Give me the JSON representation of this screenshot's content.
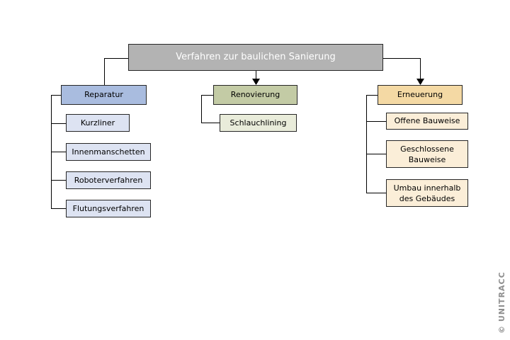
{
  "diagram": {
    "title": "Verfahren zur baulichen Sanierung",
    "watermark": "© UNITRACC",
    "colors": {
      "title_bg": "#b3b3b3",
      "title_text": "#ffffff",
      "reparatur_bg": "#a9bcdf",
      "reparatur_child_bg": "#dde3f2",
      "renovierung_bg": "#c3cba5",
      "renovierung_child_bg": "#e9ecda",
      "erneuerung_bg": "#f4d9a4",
      "erneuerung_child_bg": "#fbeed8",
      "box_border": "#262626",
      "connector_line": "#000000",
      "watermark_text": "#8f8f8f"
    },
    "branches": [
      {
        "name": "Reparatur",
        "children": [
          "Kurzliner",
          "Innenmanschetten",
          "Roboterverfahren",
          "Flutungsverfahren"
        ]
      },
      {
        "name": "Renovierung",
        "children": [
          "Schlauchlining"
        ]
      },
      {
        "name": "Erneuerung",
        "children": [
          "Offene Bauweise",
          "Geschlossene Bauweise",
          "Umbau innerhalb des Gebäudes"
        ]
      }
    ]
  }
}
